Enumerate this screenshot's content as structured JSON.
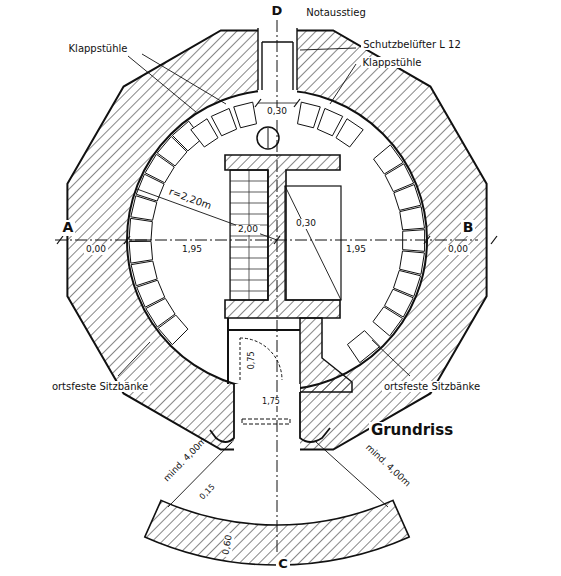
{
  "diagram": {
    "title": "Grundriss",
    "labels": [
      "D",
      "Notausstieg",
      "Klappstühle",
      "Schutzbelüfter L 12",
      "Klappstühle",
      "0,30",
      "r=2,20m",
      "2,00",
      "0,30",
      "A",
      "B",
      "0,00",
      "1,95",
      "1,95",
      "0,00",
      "ortsfeste Sitzbänke",
      "ortsfeste Sitzbänke",
      "0,75",
      "1,75",
      "mind. 4,00m",
      "0,15",
      "mind. 4,00m",
      "0,60",
      "C"
    ]
  }
}
